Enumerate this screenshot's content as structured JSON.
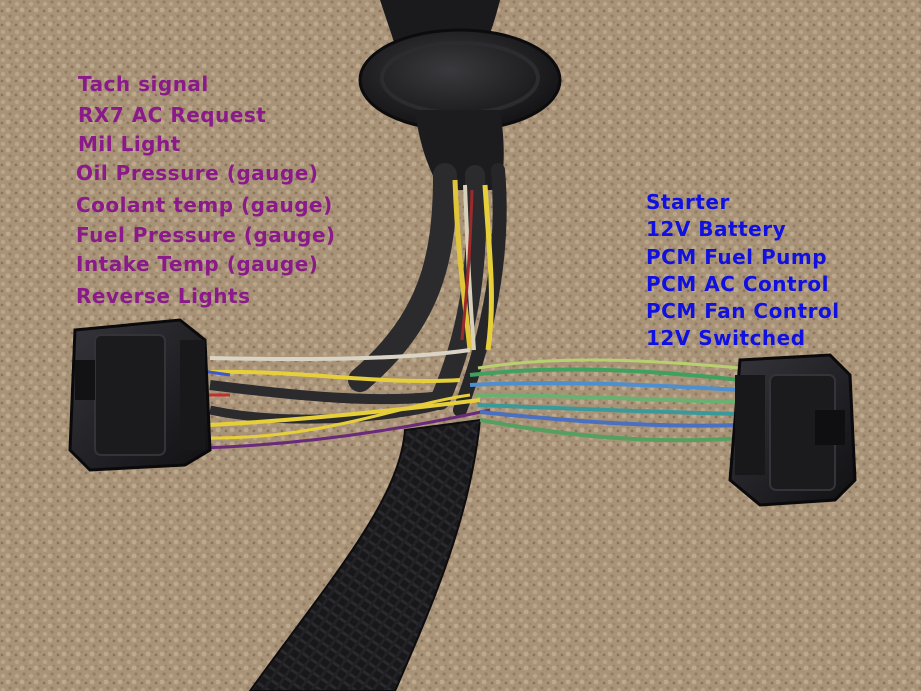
{
  "left_labels": [
    "Tach signal",
    "RX7 AC Request",
    "Mil Light",
    "Oil Pressure (gauge)",
    "Coolant temp (gauge)",
    "Fuel Pressure (gauge)",
    "Intake Temp (gauge)",
    "Reverse Lights"
  ],
  "right_labels": [
    "Starter",
    "12V Battery",
    "PCM Fuel Pump",
    "PCM AC Control",
    "PCM Fan Control",
    "12V Switched"
  ],
  "colors": {
    "left_label": "#8a1a8a",
    "right_label": "#1010e0",
    "carpet": "#b39c80",
    "connector": "#1e1e20",
    "loom": "#151517"
  }
}
